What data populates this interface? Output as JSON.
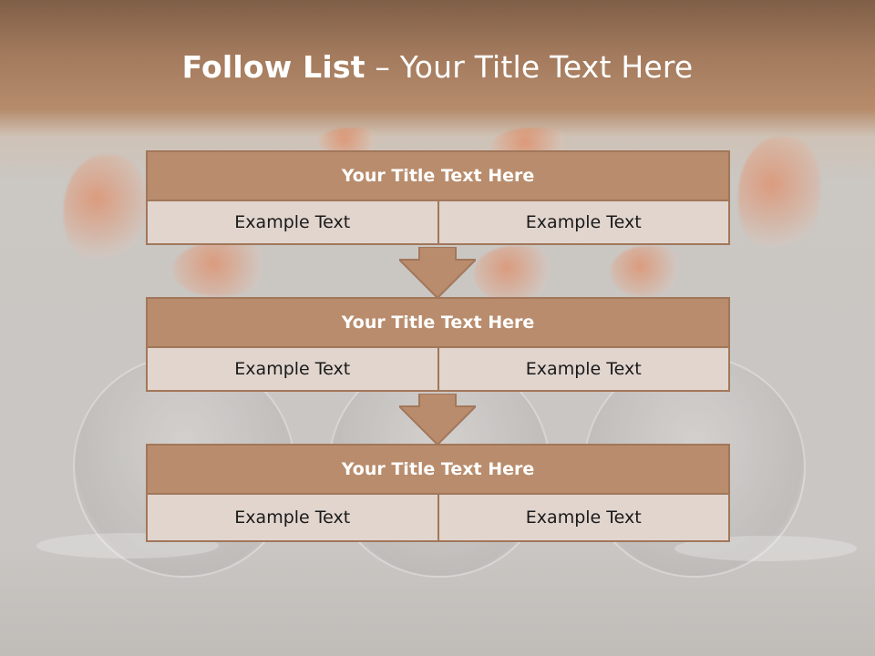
{
  "slide": {
    "title_bold": "Follow List",
    "title_rest": " – Your Title Text Here"
  },
  "steps": [
    {
      "title": "Your Title Text Here",
      "left": "Example Text",
      "right": "Example Text"
    },
    {
      "title": "Your Title Text Here",
      "left": "Example Text",
      "right": "Example Text"
    },
    {
      "title": "Your Title Text Here",
      "left": "Example Text",
      "right": "Example Text"
    }
  ],
  "colors": {
    "header_fill": "#b88c6c",
    "cell_fill": "#e1d5ce",
    "border": "#a2775a",
    "arrow_fill": "#b88c6c"
  }
}
